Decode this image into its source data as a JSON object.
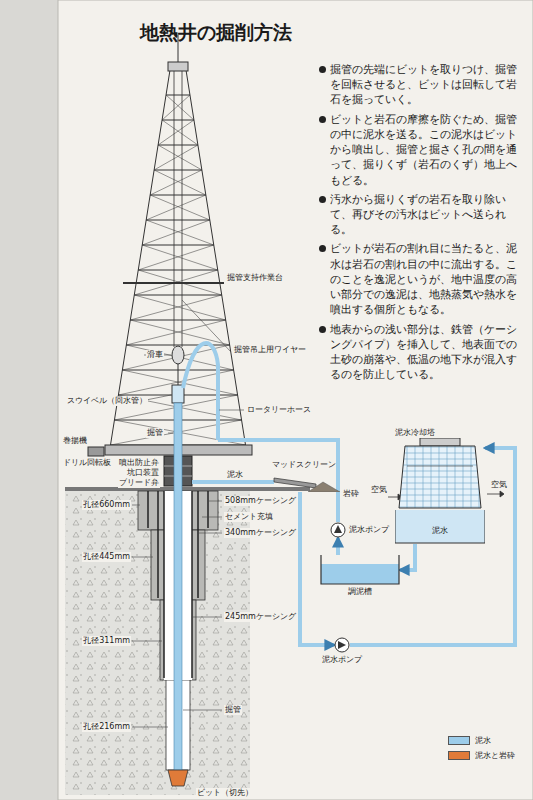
{
  "diagram": {
    "title": "地熱井の掘削方法",
    "nodes": [
      {
        "text": [
          "マッドスクリーン"
        ]
      },
      {
        "text": [
          "調泥槽"
        ]
      },
      {
        "text": [
          "泥水ポンプ"
        ]
      },
      {
        "text": [
          "泥水冷却塔",
          "泥水"
        ]
      },
      {
        "text": [
          "泥水ポンプ"
        ]
      }
    ],
    "edges": [
      {
        "from": 0,
        "to": 4,
        "arrow": "to"
      },
      {
        "from": 4,
        "to": 3,
        "arrow": "to"
      },
      {
        "from": 3,
        "to": 1,
        "arrow": "to"
      },
      {
        "from": 1,
        "to": 2,
        "arrow": "to"
      }
    ],
    "labels": [
      "掘管の先端にビットを取りつけ、掘管を回転させると、ビットは回転して岩石を掘っていく。",
      "ビットと岩石の摩擦を防ぐため、掘管の中に泥水を送る。この泥水はビットから噴出し、掘管と掘さく孔の間を通って、掘りくず（岩石のくず）地上へもどる。",
      "汚水から掘りくずの岩石を取り除いて、再びその汚水はビットへ送られる。",
      "ビットが岩石の割れ目に当たると、泥水は岩石の割れ目の中に流出する。このことを逸泥というが、地中温度の高い部分での逸泥は、地熱蒸気や熱水を噴出する個所ともなる。",
      "地表からの浅い部分は、鉄管（ケーシングパイプ）を挿入して、地表面での土砂の崩落や、低温の地下水が混入するのを防止している。",
      "掘管支持作業台",
      "掘管吊上用ワイヤー",
      "滑車",
      "ロータリーホース",
      "スウイベル（回水管）",
      "掘管",
      "巻揚機",
      "ドリル回転板",
      "噴出防止弁",
      "坑口装置",
      "ブリード弁",
      "孔径660mm",
      "508mmケーシング",
      "セメント充填",
      "孔径445mm",
      "340mmケーシング",
      "孔径311mm",
      "245mmケーシング",
      "掘管",
      "孔径216mm",
      "ビット（切先）",
      "泥水",
      "岩砕",
      "空気",
      "空気"
    ],
    "legend": [
      {
        "text": "泥水",
        "color": "#9dcdea"
      },
      {
        "text": "泥水と岩砕",
        "color": "#e07b39"
      }
    ]
  }
}
